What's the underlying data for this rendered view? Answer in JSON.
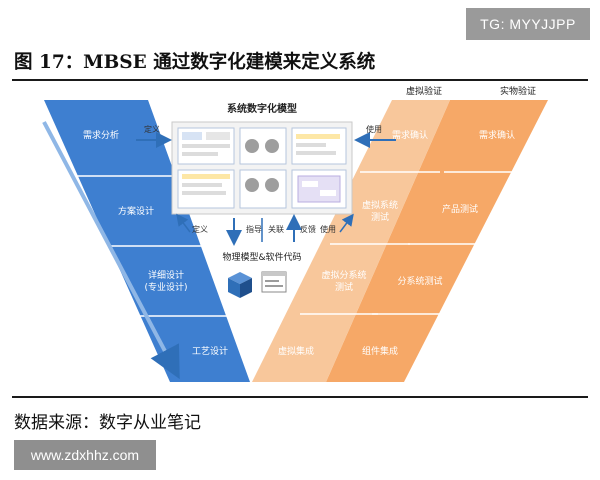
{
  "watermark_top": "TG: MYYJJPP",
  "figure_title": "图 17：MBSE 通过数字化建模来定义系统",
  "source_line": "数据来源：数字从业笔记",
  "watermark_bottom": "www.zdxhhz.com",
  "diagram": {
    "center_title": "系统数字化模型",
    "bottom_label": "物理模型&软件代码",
    "virtual_header": "虚拟验证",
    "physical_header": "实物验证",
    "left_stages": [
      "需求分析",
      "方案设计",
      "详细设计",
      "(专业设计)",
      "工艺设计"
    ],
    "virtual_stages": [
      "需求确认",
      "虚拟系统",
      "测试",
      "虚拟分系统",
      "测试",
      "虚拟集成"
    ],
    "physical_stages": [
      "需求确认",
      "产品测试",
      "分系统测试",
      "组件集成"
    ],
    "arrow_labels": {
      "left_define": "定义",
      "right_use": "使用",
      "bottom_define": "定义",
      "guide": "指导",
      "link": "关联",
      "feedback": "反馈",
      "bottom_use": "使用"
    },
    "colors": {
      "left_band": "#3e7fd0",
      "left_band_edge": "#2a62ad",
      "virtual_band": "#f8c79b",
      "physical_band": "#f6a867",
      "arrow": "#2f6fb8",
      "cube": "#2f6fb8"
    }
  }
}
